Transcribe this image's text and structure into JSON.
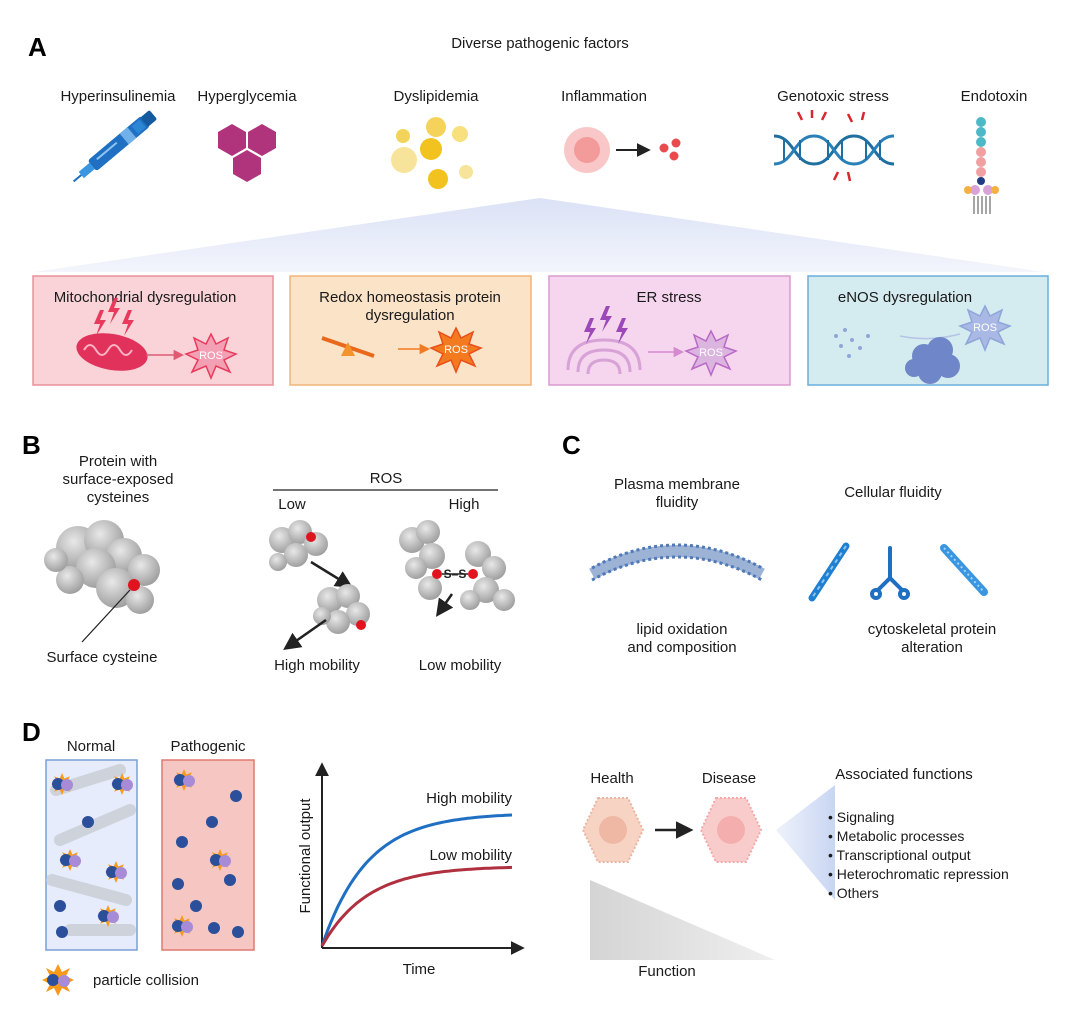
{
  "panelA": {
    "letter": "A",
    "title": "Diverse pathogenic factors",
    "factors": [
      {
        "label": "Hyperinsulinemia",
        "icon": "insulin-pen-icon"
      },
      {
        "label": "Hyperglycemia",
        "icon": "glucose-hexagons-icon"
      },
      {
        "label": "Dyslipidemia",
        "icon": "lipid-droplets-icon"
      },
      {
        "label": "Inflammation",
        "icon": "inflammatory-cell-icon"
      },
      {
        "label": "Genotoxic stress",
        "icon": "damaged-dna-icon"
      },
      {
        "label": "Endotoxin",
        "icon": "lipopolysaccharide-icon"
      }
    ],
    "boxes": [
      {
        "label": "Mitochondrial dysregulation",
        "fill": "#f9d3d8",
        "stroke": "#e8909c"
      },
      {
        "label1": "Redox homeostasis protein",
        "label2": "dysregulation",
        "fill": "#fbe3c8",
        "stroke": "#efb57a"
      },
      {
        "label": "ER stress",
        "fill": "#f6d6ef",
        "stroke": "#d99bd0"
      },
      {
        "label": "eNOS dysregulation",
        "fill": "#d4ebef",
        "stroke": "#6aaedc"
      }
    ],
    "ros": "ROS"
  },
  "panelB": {
    "letter": "B",
    "protein_line1": "Protein with",
    "protein_line2": "surface-exposed",
    "protein_line3": "cysteines",
    "surface_cysteine": "Surface cysteine",
    "ros_header": "ROS",
    "low": "Low",
    "high": "High",
    "disulfide": "S–S",
    "high_mobility": "High mobility",
    "low_mobility": "Low mobility"
  },
  "panelC": {
    "letter": "C",
    "pm_line1": "Plasma membrane",
    "pm_line2": "fluidity",
    "cell_fluidity": "Cellular fluidity",
    "lipid_line1": "lipid oxidation",
    "lipid_line2": "and composition",
    "cyto_line1": "cytoskeletal protein",
    "cyto_line2": "alteration"
  },
  "panelD": {
    "letter": "D",
    "normal": "Normal",
    "pathogenic": "Pathogenic",
    "legend": "particle collision",
    "health": "Health",
    "disease": "Disease",
    "function": "Function",
    "assoc_title": "Associated functions",
    "functions": [
      "• Signaling",
      "• Metabolic processes",
      "• Transcriptional output",
      "• Heterochromatic repression",
      "• Others"
    ]
  },
  "chart_data": {
    "type": "line",
    "xlabel": "Time",
    "ylabel": "Functional output",
    "series": [
      {
        "name": "High mobility",
        "color": "#1f6fc2",
        "plateau": 1.0
      },
      {
        "name": "Low mobility",
        "color": "#b03040",
        "plateau": 0.6
      }
    ]
  },
  "colors": {
    "pink": "#e83a5c",
    "orange": "#f47a20",
    "purple": "#b86ac6",
    "blue_gray": "#8fa6d8",
    "blue": "#1f6fc2",
    "red_line": "#b03040"
  }
}
